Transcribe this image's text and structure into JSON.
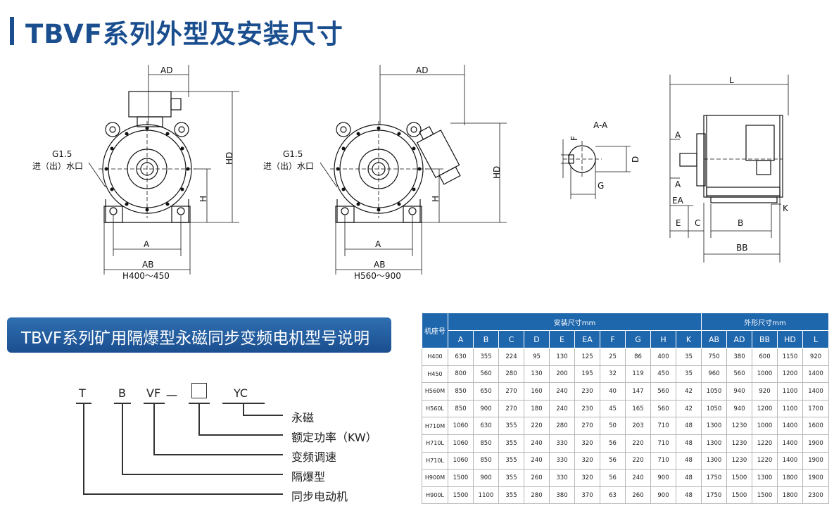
{
  "page_title": "TBVF系列外型及安装尺寸",
  "drawing_labels": {
    "ad": "AD",
    "hd": "HD",
    "h": "H",
    "a": "A",
    "ab": "AB",
    "g15": "G1.5",
    "water_port": "进（出）水口",
    "range_small": "H400～450",
    "range_large": "H560～900",
    "section": "A-A",
    "f": "F",
    "d": "D",
    "g": "G",
    "l": "L",
    "ea": "EA",
    "e": "E",
    "c": "C",
    "b": "B",
    "bb": "BB",
    "k": "K"
  },
  "banner_title": "TBVF系列矿用隔爆型永磁同步变频电机型号说明",
  "model_code": {
    "parts": [
      "T",
      "B",
      "VF",
      "一",
      "YC"
    ],
    "legend": [
      "永磁",
      "额定功率（KW）",
      "变频调速",
      "隔爆型",
      "同步电动机"
    ]
  },
  "spec_table": {
    "row_header": "机座号",
    "group_install": "安装尺寸mm",
    "group_outline": "外形尺寸mm",
    "columns": [
      "A",
      "B",
      "C",
      "D",
      "E",
      "EA",
      "F",
      "G",
      "H",
      "K",
      "AB",
      "AD",
      "BB",
      "HD",
      "L"
    ],
    "rows": [
      {
        "model": "H400",
        "values": [
          "630",
          "355",
          "224",
          "95",
          "130",
          "125",
          "25",
          "86",
          "400",
          "35",
          "750",
          "380",
          "600",
          "1150",
          "920"
        ]
      },
      {
        "model": "H450",
        "values": [
          "800",
          "560",
          "280",
          "130",
          "200",
          "195",
          "32",
          "119",
          "450",
          "35",
          "960",
          "560",
          "1000",
          "1200",
          "1400"
        ]
      },
      {
        "model": "H560M",
        "values": [
          "850",
          "650",
          "270",
          "160",
          "240",
          "230",
          "40",
          "147",
          "560",
          "42",
          "1050",
          "940",
          "920",
          "1100",
          "1400"
        ]
      },
      {
        "model": "H560L",
        "values": [
          "850",
          "900",
          "270",
          "180",
          "240",
          "230",
          "45",
          "165",
          "560",
          "42",
          "1050",
          "940",
          "1200",
          "1100",
          "1700"
        ]
      },
      {
        "model": "H710M",
        "values": [
          "1060",
          "630",
          "355",
          "220",
          "280",
          "270",
          "50",
          "203",
          "710",
          "48",
          "1300",
          "1230",
          "1000",
          "1400",
          "1600"
        ]
      },
      {
        "model": "H710L",
        "values": [
          "1060",
          "850",
          "355",
          "240",
          "330",
          "320",
          "56",
          "220",
          "710",
          "48",
          "1300",
          "1230",
          "1220",
          "1400",
          "1900"
        ]
      },
      {
        "model": "H710L",
        "values": [
          "1060",
          "850",
          "355",
          "240",
          "330",
          "320",
          "56",
          "220",
          "710",
          "48",
          "1300",
          "1230",
          "1220",
          "1400",
          "1900"
        ]
      },
      {
        "model": "H900M",
        "values": [
          "1500",
          "900",
          "355",
          "260",
          "330",
          "320",
          "56",
          "240",
          "900",
          "48",
          "1750",
          "1500",
          "1300",
          "1800",
          "1900"
        ]
      },
      {
        "model": "H900L",
        "values": [
          "1500",
          "1100",
          "355",
          "280",
          "380",
          "370",
          "63",
          "260",
          "900",
          "48",
          "1750",
          "1500",
          "1500",
          "1800",
          "2300"
        ]
      }
    ]
  },
  "colors": {
    "brand_blue": "#1a4e8f",
    "table_header": "#1f67ad"
  }
}
